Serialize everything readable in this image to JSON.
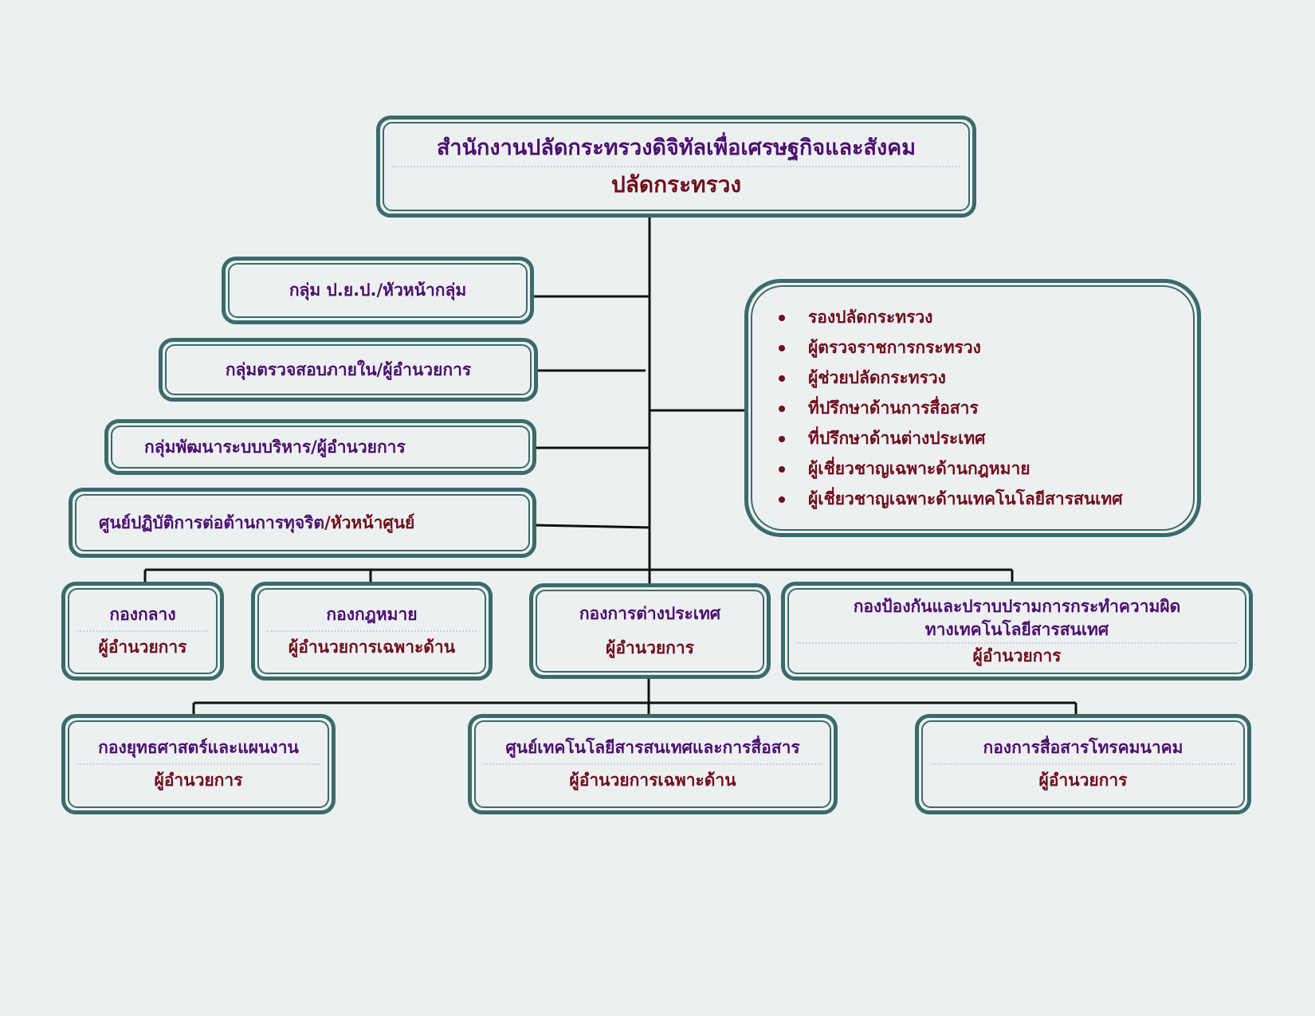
{
  "top": {
    "title": "สำนักงานปลัดกระทรวงดิจิทัลเพื่อเศรษฐกิจและสังคม",
    "subtitle": "ปลัดกระทรวง"
  },
  "staff_units": [
    {
      "label": "กลุ่ม ป.ย.ป./หัวหน้ากลุ่ม"
    },
    {
      "label": "กลุ่มตรวจสอบภายใน/ผู้อำนวยการ"
    },
    {
      "label": "กลุ่มพัฒนาระบบบริหาร/ผู้อำนวยการ"
    },
    {
      "label": "ศูนย์ปฏิบัติการต่อต้านการทุจริต ",
      "suffix": "/หัวหน้าศูนย์"
    }
  ],
  "executives": [
    "รองปลัดกระทรวง",
    "ผู้ตรวจราชการกระทรวง",
    "ผู้ช่วยปลัดกระทรวง",
    "ที่ปรึกษาด้านการสื่อสาร",
    "ที่ปรึกษาด้านต่างประเทศ",
    "ผู้เชี่ยวชาญเฉพาะด้านกฎหมาย",
    "ผู้เชี่ยวชาญเฉพาะด้านเทคโนโลยีสารสนเทศ"
  ],
  "divisions_row1": [
    {
      "name": "กองกลาง",
      "head": "ผู้อำนวยการ"
    },
    {
      "name": "กองกฎหมาย",
      "head": "ผู้อำนวยการเฉพาะด้าน"
    },
    {
      "name": "กองการต่างประเทศ",
      "head": "ผู้อำนวยการ"
    },
    {
      "name_line1": "กองป้องกันและปราบปรามการกระทำความผิด",
      "name_line2": "ทางเทคโนโลยีสารสนเทศ",
      "head": "ผู้อำนวยการ"
    }
  ],
  "divisions_row2": [
    {
      "name": "กองยุทธศาสตร์และแผนงาน",
      "head": "ผู้อำนวยการ"
    },
    {
      "name": "ศูนย์เทคโนโลยีสารสนเทศและการสื่อสาร",
      "head": "ผู้อำนวยการเฉพาะด้าน"
    },
    {
      "name": "กองการสื่อสารโทรคมนาคม",
      "head": "ผู้อำนวยการ"
    }
  ],
  "colors": {
    "background": "#edf0f1",
    "box_border": "#3b6a6a",
    "title_text": "#4a0f6e",
    "subtitle_text": "#6e0d1c",
    "connector": "#111111"
  }
}
